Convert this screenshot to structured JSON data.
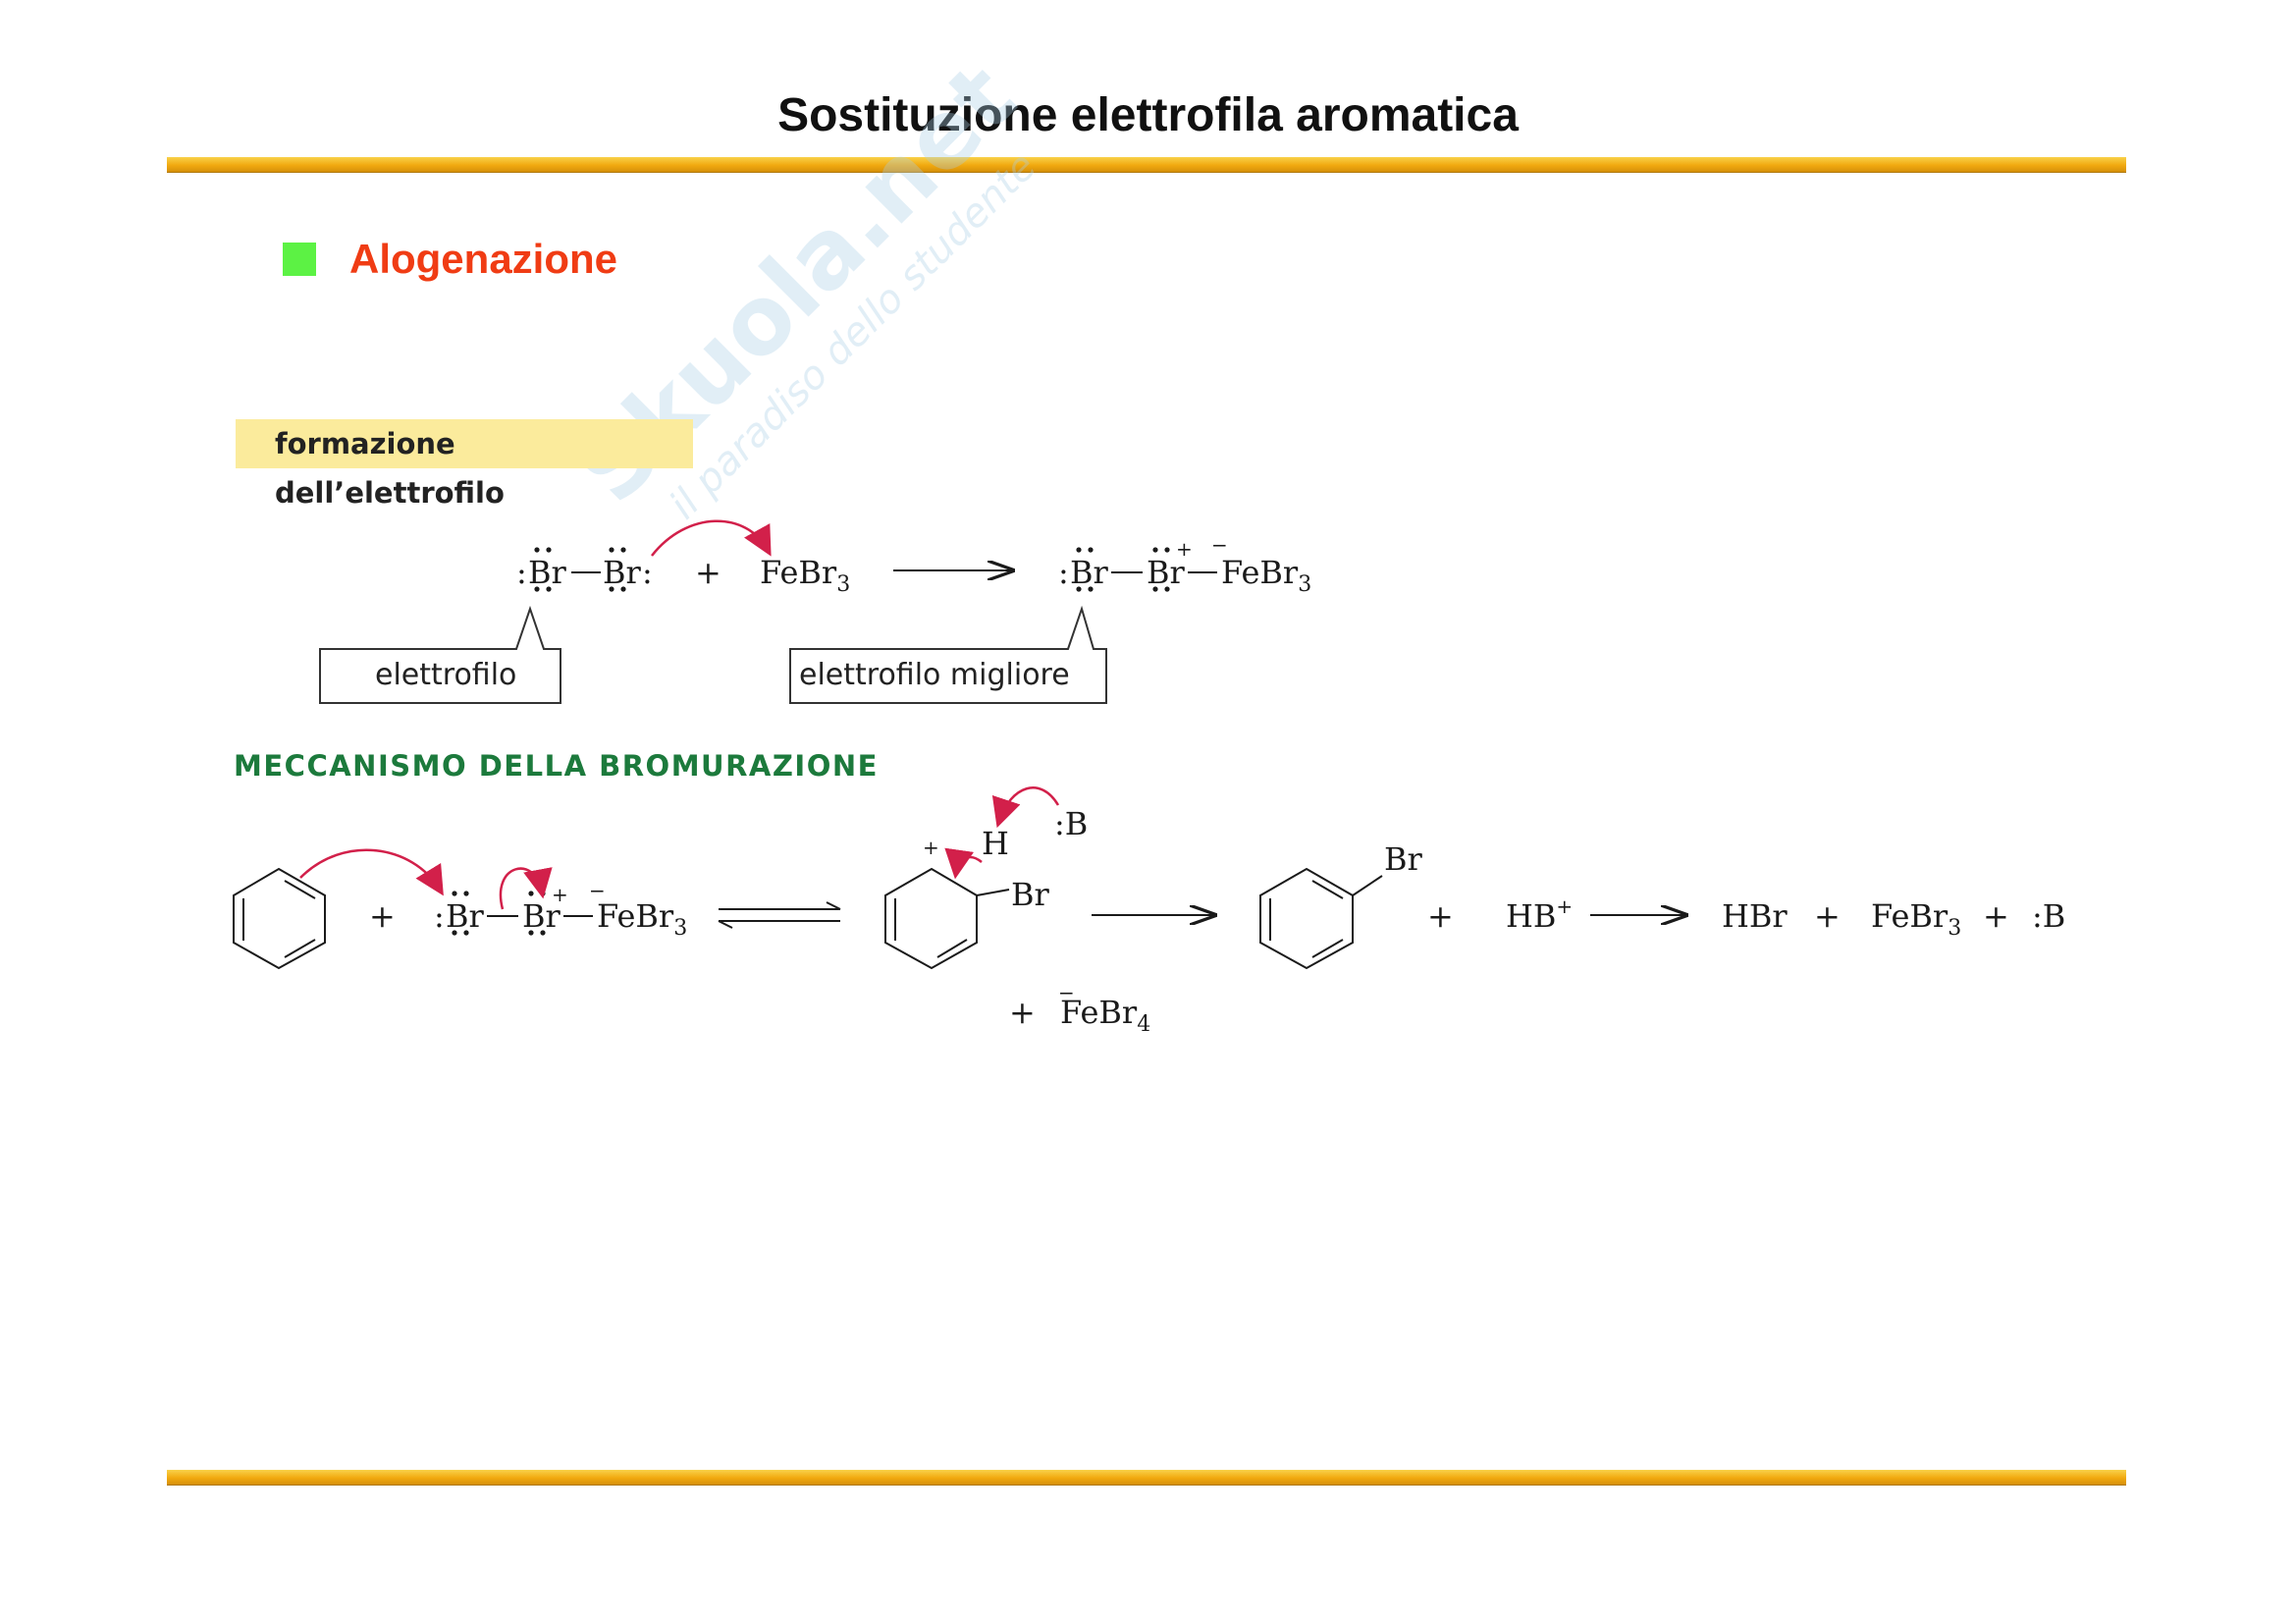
{
  "page": {
    "title": "Sostituzione elettrofila aromatica",
    "bullet_heading": "Alogenazione",
    "label_formation": "formazione dell’elettrofilo",
    "section_mechanism": "MECCANISMO DELLA BROMURAZIONE"
  },
  "formation": {
    "reactant_br2": ":Br—Br:",
    "br": "Br",
    "plus": "+",
    "febr": "FeBr",
    "sub3": "3",
    "callout_electrophile": "elettrofilo",
    "callout_better": "elettrofilo migliore",
    "plus_sign": "+",
    "minus_sign": "−"
  },
  "mechanism": {
    "br": "Br",
    "b": "B",
    "h": "H",
    "hb": "HB",
    "hbr": "HBr",
    "febr": "FeBr",
    "sub3": "3",
    "sub4": "4",
    "plus": "+",
    "minus_sign": "−"
  },
  "watermark": {
    "brand": "Skuola.net",
    "tagline": "il paradiso dello studente"
  },
  "colors": {
    "bar": "#f1a90f",
    "bullet": "#5cf244",
    "heading": "#f03c14",
    "section": "#1c7a3c",
    "arrow": "#d2204a",
    "label_bg": "#fbeb9c"
  }
}
